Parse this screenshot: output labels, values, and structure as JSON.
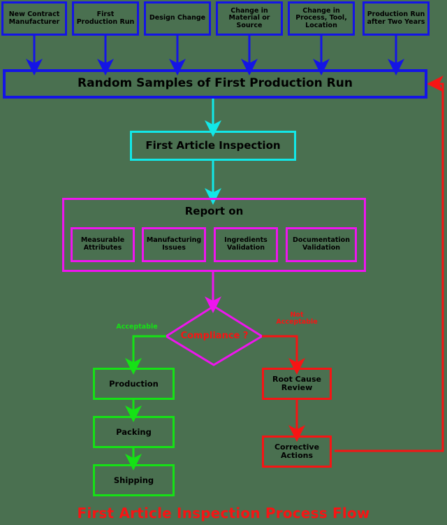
{
  "diagram": {
    "title": "First Article Inspection Process Flow",
    "background_color": "#4a7050",
    "colors": {
      "blue": "#1414e6",
      "cyan": "#12e8e8",
      "magenta": "#ee15ee",
      "green": "#15e215",
      "red": "#f71414",
      "text": "#000000"
    },
    "triggers": [
      {
        "label": "New Contract Manufacturer"
      },
      {
        "label": "First Production Run"
      },
      {
        "label": "Design Change"
      },
      {
        "label": "Change in Material or Source"
      },
      {
        "label": "Change in Process, Tool, Location"
      },
      {
        "label": "Production Run after Two Years"
      }
    ],
    "samples_box": {
      "label": "Random Samples of First Production Run"
    },
    "inspection_box": {
      "label": "First Article Inspection"
    },
    "report": {
      "title": "Report on",
      "items": [
        {
          "label": "Measurable Attributes"
        },
        {
          "label": "Manufacturing Issues"
        },
        {
          "label": "Ingredients Validation"
        },
        {
          "label": "Documentation Validation"
        }
      ]
    },
    "decision": {
      "label": "Compliance ?",
      "yes_label": "Acceptable",
      "no_label": "Not Acceptable"
    },
    "accept_path": [
      {
        "label": "Production"
      },
      {
        "label": "Packing"
      },
      {
        "label": "Shipping"
      }
    ],
    "reject_path": [
      {
        "label": "Root Cause Review"
      },
      {
        "label": "Corrective Actions"
      }
    ]
  }
}
